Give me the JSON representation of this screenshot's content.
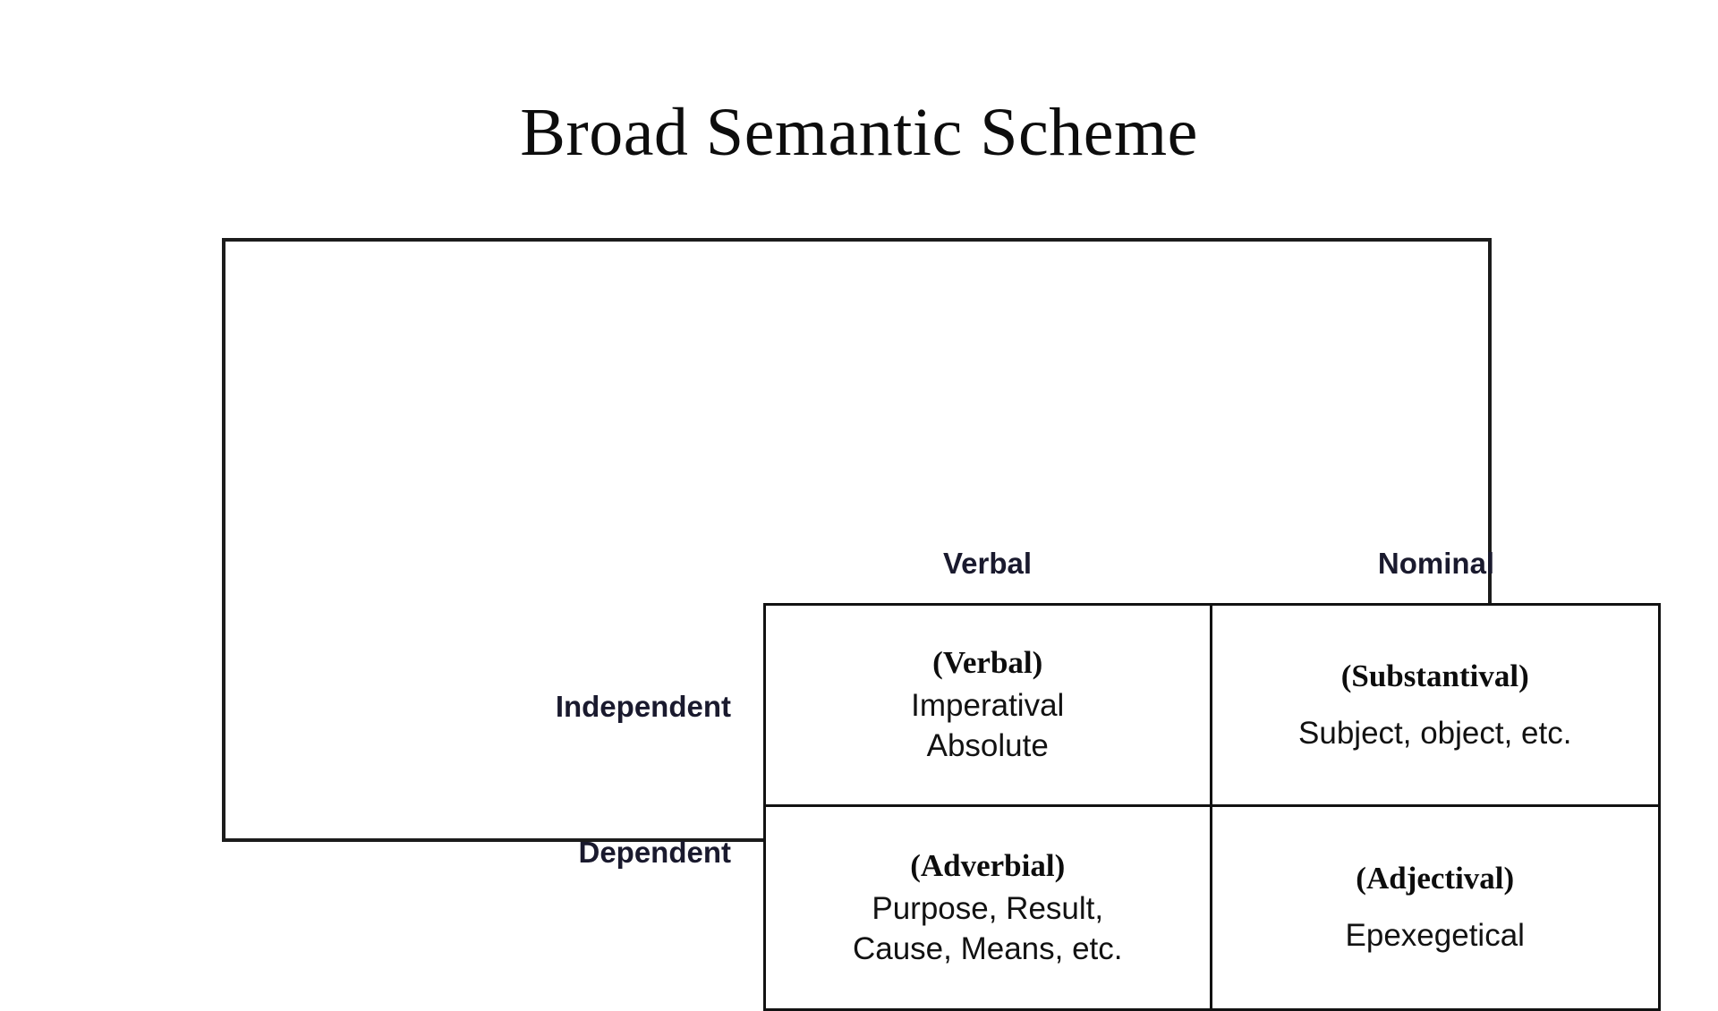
{
  "slide": {
    "title": "Broad Semantic Scheme",
    "background_color": "#ffffff",
    "text_color": "#121212",
    "border_color": "#1c1c1c"
  },
  "matrix": {
    "column_headers": [
      {
        "key": "verbal",
        "label": "Verbal"
      },
      {
        "key": "nominal",
        "label": "Nominal"
      }
    ],
    "row_headers": [
      {
        "key": "independent",
        "label": "Independent"
      },
      {
        "key": "dependent",
        "label": "Dependent"
      }
    ],
    "cells": [
      [
        {
          "title": "(Verbal)",
          "lines": [
            "Imperatival",
            "Absolute"
          ]
        },
        {
          "title": "(Substantival)",
          "lines": [
            "Subject, object, etc."
          ]
        }
      ],
      [
        {
          "title": "(Adverbial)",
          "lines": [
            "Purpose, Result,",
            "Cause, Means, etc."
          ]
        },
        {
          "title": "(Adjectival)",
          "lines": [
            "Epexegetical"
          ]
        }
      ]
    ]
  }
}
